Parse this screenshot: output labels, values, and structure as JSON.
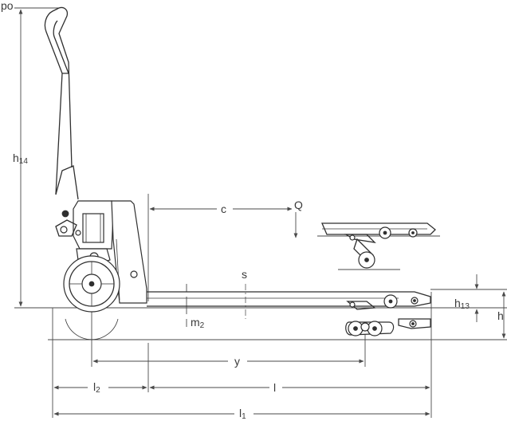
{
  "diagram": {
    "corner_label": "po",
    "labels": {
      "h14": {
        "main": "h",
        "sub": "14"
      },
      "c": "c",
      "Q": "Q",
      "s": "s",
      "h13": {
        "main": "h",
        "sub": "13"
      },
      "h": "h",
      "m2": {
        "main": "m",
        "sub": "2"
      },
      "y": "y",
      "l2": {
        "main": "l",
        "sub": "2"
      },
      "l": "l",
      "l1": {
        "main": "l",
        "sub": "1"
      }
    },
    "colors": {
      "line": "#2f2f2f",
      "dimension": "#4a4a4a",
      "background": "#ffffff"
    }
  }
}
